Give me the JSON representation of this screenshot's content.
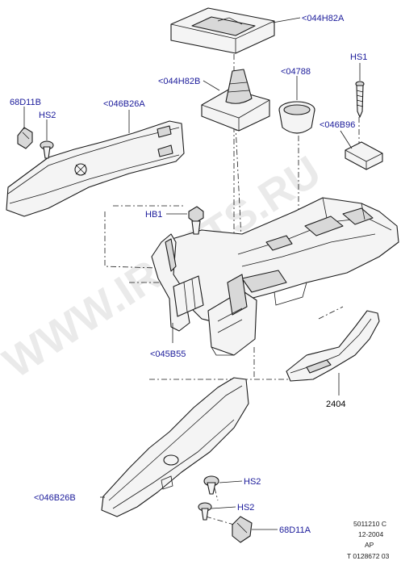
{
  "watermark": "WWW.IRCATS.RU",
  "callouts": {
    "bezel_top": "<044H82A",
    "gear_boot": "<044H82B",
    "cup_holder": "<04788",
    "screw_hs1": "HS1",
    "panel_left_upper": "<046B26A",
    "clip_68d11b": "68D11B",
    "screw_hs2_upper": "HS2",
    "lid_046b96": "<046B96",
    "bolt_hb1": "HB1",
    "bracket_045b55": "<045B55",
    "tray_2404": "2404",
    "panel_left_lower": "<046B26B",
    "screw_hs2_lower_a": "HS2",
    "screw_hs2_lower_b": "HS2",
    "clip_68d11a": "68D11A"
  },
  "reference_block": {
    "line1": "5011210 C",
    "line2": "12-2004",
    "line3": "AP",
    "line4": "T 0128672 03"
  }
}
